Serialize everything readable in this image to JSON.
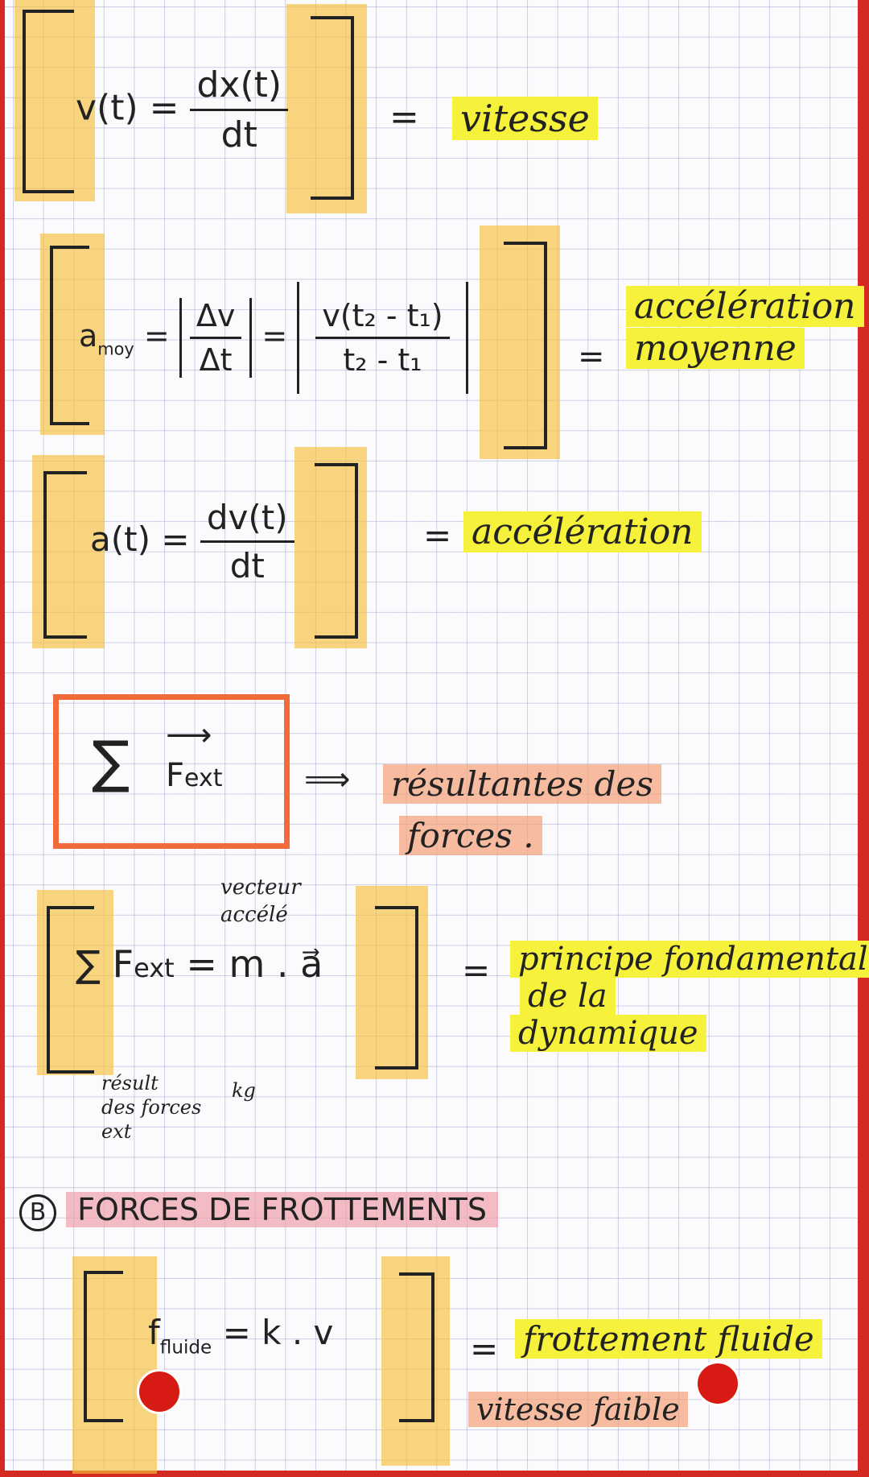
{
  "notes": {
    "eq1": {
      "lhs": "v(t) =",
      "num": "dx(t)",
      "den": "dt",
      "equals": "=",
      "label": "vitesse"
    },
    "eq2": {
      "lhs": "a",
      "lhs_sub": "moy",
      "equals1": "=",
      "num1": "Δv",
      "den1": "Δt",
      "equals2": "=",
      "num2": "v(t₂ - t₁)",
      "den2": "t₂ - t₁",
      "equals": "=",
      "label_line1": "accélération",
      "label_line2": "moyenne"
    },
    "eq3": {
      "lhs": "a(t) =",
      "num": "dv(t)",
      "den": "dt",
      "equals": "=",
      "label": "accélération"
    },
    "eq4": {
      "sigma": "∑",
      "vector_arrow": "⟶",
      "symbol": "F",
      "sub": "ext",
      "implies": "⟹",
      "label_line1": "résultantes des",
      "label_line2": "forces ."
    },
    "eq5": {
      "sigma": "∑",
      "expr": "F",
      "sub": "ext",
      "rhs": "= m . a⃗",
      "annotation_top_line1": "vecteur",
      "annotation_top_line2": "accélé",
      "annotation_bottom_left_line1": "résult",
      "annotation_bottom_left_line2": "des forces",
      "annotation_bottom_left_line3": "ext",
      "annotation_bottom_mid": "kg",
      "equals": "=",
      "label_line1": "principe fondamental",
      "label_line2": "de la",
      "label_line3": "dynamique"
    },
    "section_b": {
      "marker": "B",
      "title": "FORCES DE FROTTEMENTS"
    },
    "eq6": {
      "lhs": "f",
      "lhs_sub": "fluide",
      "rhs": "= k . v",
      "equals": "=",
      "label": "frottement fluide",
      "note": "vitesse faible"
    }
  },
  "colors": {
    "margin_red": "#d42a24",
    "highlight_yellow": "#f6f13a",
    "highlight_orange": "#f7be3c",
    "highlight_salmon": "#f5a078",
    "highlight_pink": "#f0a0aa",
    "box_orange": "#f06a3a"
  }
}
